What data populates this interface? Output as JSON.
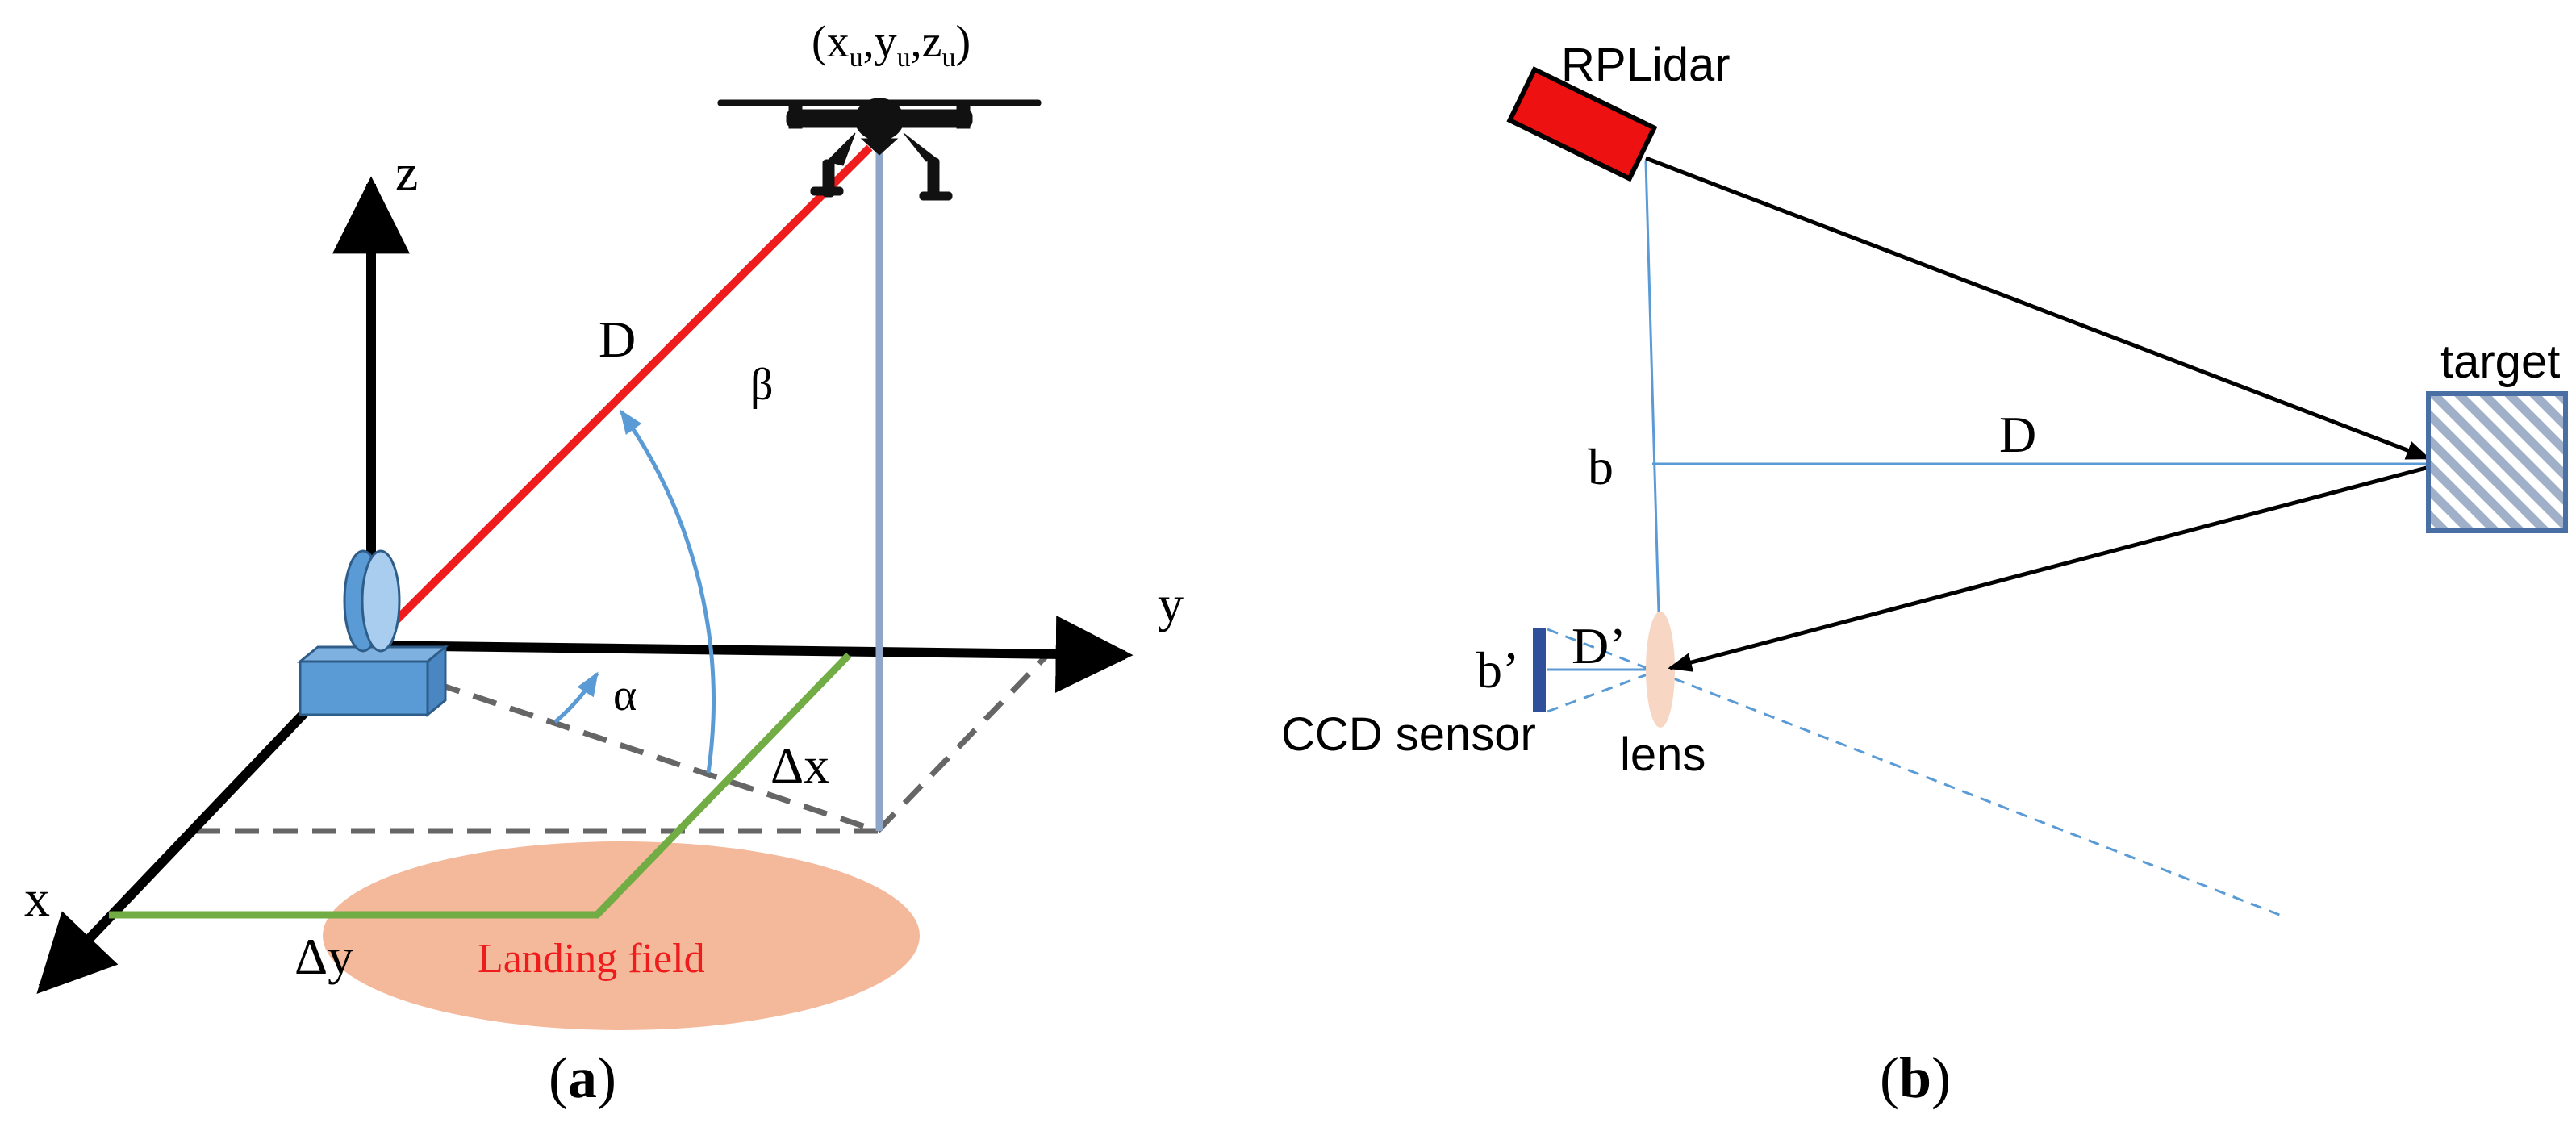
{
  "panel_a": {
    "drone_coords": {
      "open": "(x",
      "sx": "u",
      "c1": ",y",
      "sy": "u",
      "c2": ",z",
      "sz": "u",
      "close": ")"
    },
    "axis_z": "z",
    "axis_y": "y",
    "axis_x": "x",
    "distance": "D",
    "beta": "β",
    "alpha": "α",
    "delta_x": "Δx",
    "delta_y": "Δy",
    "landing_field": "Landing field",
    "caption": {
      "open": "(",
      "letter": "a",
      "close": ")"
    }
  },
  "panel_b": {
    "sensor_name": "RPLidar",
    "target": "target",
    "distance": "D",
    "b": "b",
    "b_prime": "b’",
    "d_prime": "D’",
    "ccd_sensor": "CCD sensor",
    "lens": "lens",
    "caption": {
      "open": "(",
      "letter": "b",
      "close": ")"
    }
  },
  "colors": {
    "laser_line": "#ee1c1c",
    "lidar_body": "#ee1111",
    "axis": "#000000",
    "green_path": "#72ac45",
    "landing_field": "#f4b89a",
    "landing_label": "#ee1c1c",
    "blue_device": "#5b9bd5",
    "vertical_line": "#8ea6c8",
    "guide_blue": "#5b9bd5",
    "lens_fill": "#f7d7c4",
    "ccd_blue": "#2f4f9a",
    "target_stroke": "#4a6fa5"
  }
}
